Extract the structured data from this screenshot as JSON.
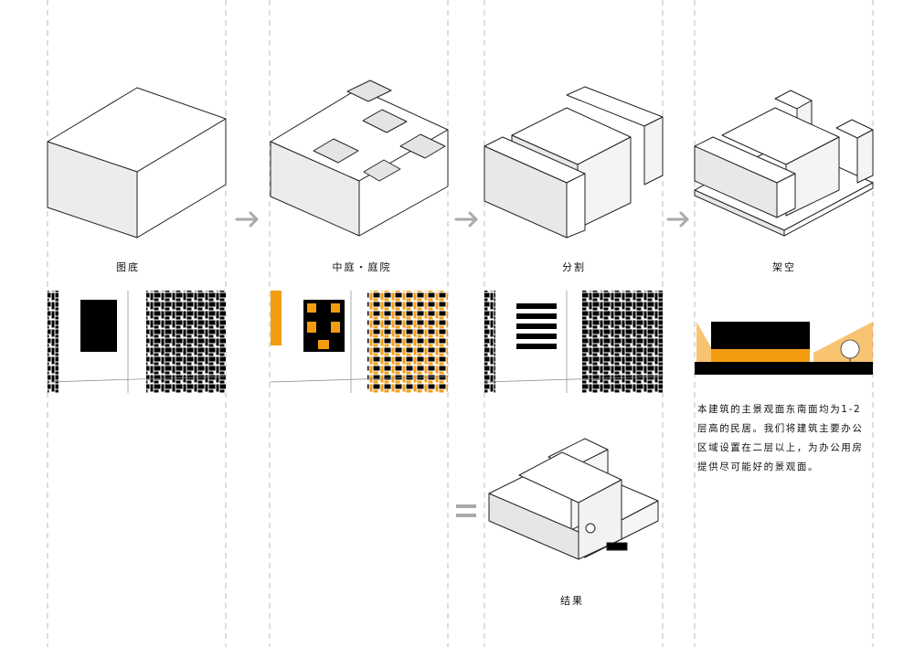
{
  "steps": {
    "step1_label": "图底",
    "step2_label": "中庭・庭院",
    "step3_label": "分割",
    "step4_label": "架空",
    "result_label": "结果"
  },
  "description": "本建筑的主景观面东南面均为1-2层高的民居。我们将建筑主要办公区域设置在二层以上，为办公用房提供尽可能好的景观面。",
  "colors": {
    "accent": "#f39c12",
    "line": "#222222",
    "face_light": "#ffffff",
    "face_side": "#f2f2f2",
    "face_dark": "#e2e2e2",
    "arrow": "#aaaaaa",
    "divider": "#bbbbbb"
  },
  "icons": {
    "arrow": "chevron-right-arrow-icon",
    "equals": "equals-icon"
  }
}
